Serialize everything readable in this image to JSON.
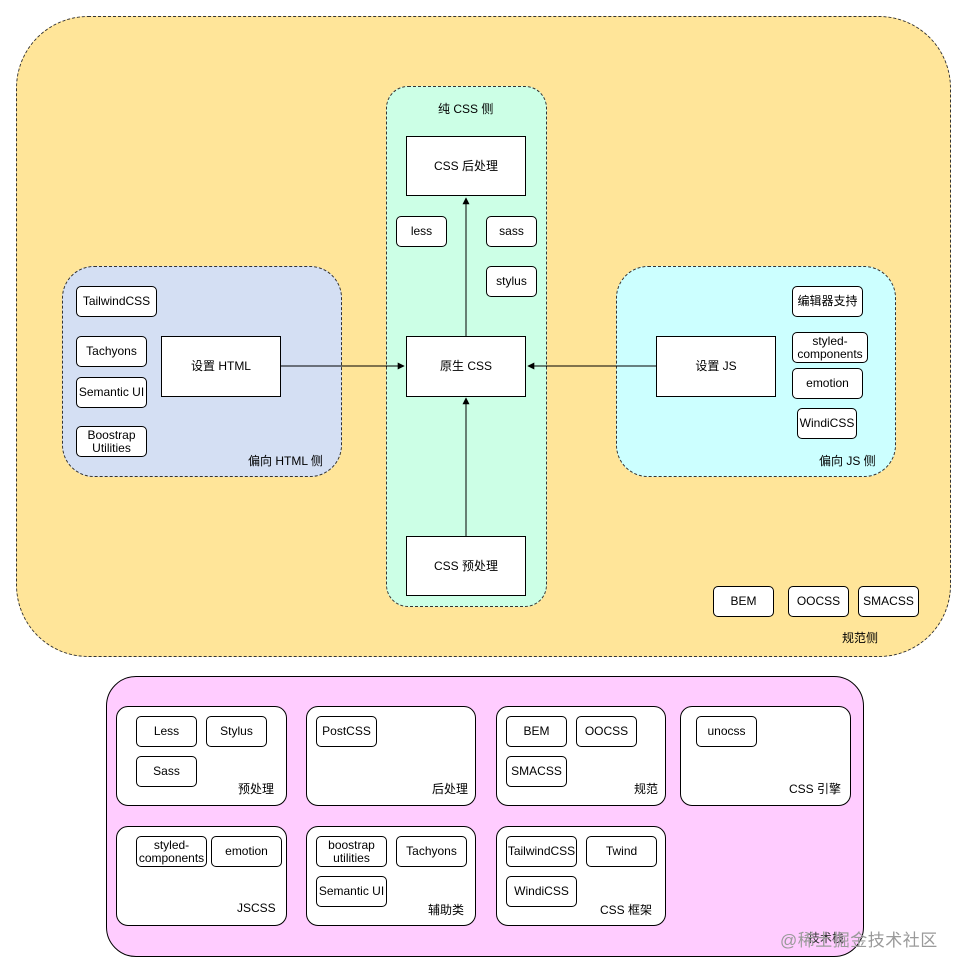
{
  "colors": {
    "spec_region": "#FFE599",
    "html_region": "#D4DFF3",
    "css_region": "#CCFFE6",
    "js_region": "#CCFFFF",
    "stack_region": "#FFCCFF"
  },
  "regions": {
    "spec_label": "规范侧",
    "pure_css_label": "纯 CSS 侧",
    "html_side_label": "偏向 HTML 侧",
    "js_side_label": "偏向 JS 侧"
  },
  "nodes": {
    "css_post": "CSS 后处理",
    "native_css": "原生 CSS",
    "css_pre": "CSS 预处理",
    "set_html": "设置 HTML",
    "set_js": "设置 JS"
  },
  "pure_css_items": [
    "less",
    "sass",
    "stylus"
  ],
  "html_side_items": [
    "TailwindCSS",
    "Tachyons",
    "Semantic UI",
    "Boostrap Utilities"
  ],
  "js_side_items": [
    "编辑器支持",
    "styled-components",
    "emotion",
    "WindiCSS"
  ],
  "spec_items": [
    "BEM",
    "OOCSS",
    "SMACSS"
  ],
  "stack": {
    "label": "技术栈",
    "groups": [
      {
        "label": "预处理",
        "items": [
          "Less",
          "Stylus",
          "Sass"
        ]
      },
      {
        "label": "后处理",
        "items": [
          "PostCSS"
        ]
      },
      {
        "label": "规范",
        "items": [
          "BEM",
          "OOCSS",
          "SMACSS"
        ]
      },
      {
        "label": "CSS 引擎",
        "items": [
          "unocss"
        ]
      },
      {
        "label": "JSCSS",
        "items": [
          "styled-components",
          "emotion"
        ]
      },
      {
        "label": "辅助类",
        "items": [
          "boostrap utilities",
          "Tachyons",
          "Semantic UI"
        ]
      },
      {
        "label": "CSS 框架",
        "items": [
          "TailwindCSS",
          "Twind",
          "WindiCSS"
        ]
      }
    ]
  },
  "watermark": "@稀土掘金技术社区"
}
